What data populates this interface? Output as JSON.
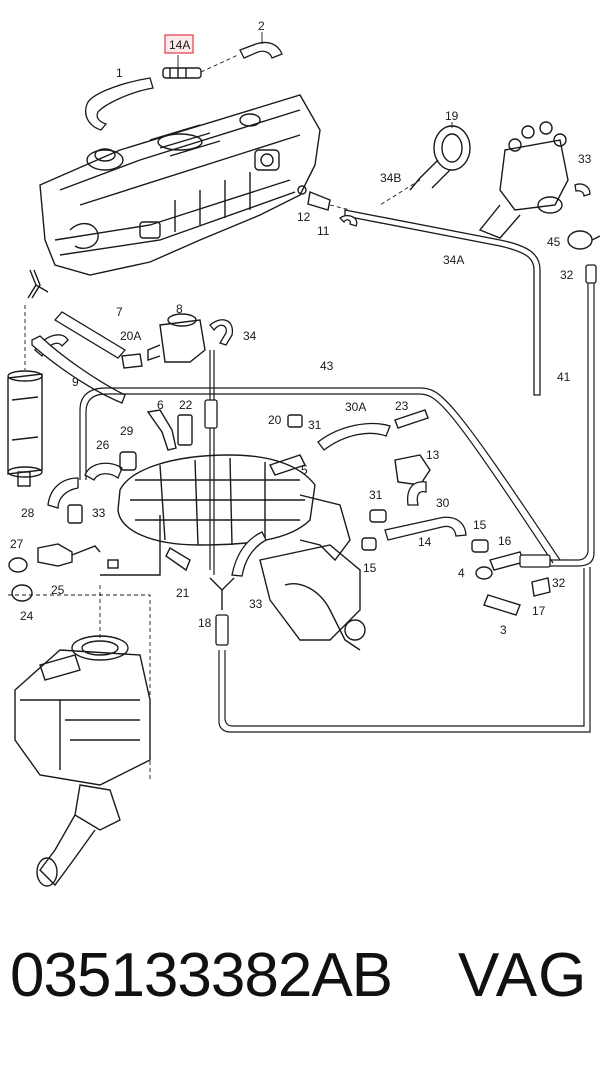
{
  "diagram": {
    "highlight_color": "#e23b4c",
    "callouts": [
      {
        "id": "c-14a",
        "text": "14A",
        "highlight": true
      },
      {
        "id": "c-1",
        "text": "1"
      },
      {
        "id": "c-2",
        "text": "2"
      },
      {
        "id": "c-19",
        "text": "19"
      },
      {
        "id": "c-33a",
        "text": "33"
      },
      {
        "id": "c-34b",
        "text": "34B"
      },
      {
        "id": "c-12",
        "text": "12"
      },
      {
        "id": "c-11",
        "text": "11"
      },
      {
        "id": "c-34a",
        "text": "34A"
      },
      {
        "id": "c-45",
        "text": "45"
      },
      {
        "id": "c-32a",
        "text": "32"
      },
      {
        "id": "c-7",
        "text": "7"
      },
      {
        "id": "c-8",
        "text": "8"
      },
      {
        "id": "c-20a",
        "text": "20A"
      },
      {
        "id": "c-34",
        "text": "34"
      },
      {
        "id": "c-9",
        "text": "9"
      },
      {
        "id": "c-43",
        "text": "43"
      },
      {
        "id": "c-41",
        "text": "41"
      },
      {
        "id": "c-6",
        "text": "6"
      },
      {
        "id": "c-22",
        "text": "22"
      },
      {
        "id": "c-20",
        "text": "20"
      },
      {
        "id": "c-31a",
        "text": "31"
      },
      {
        "id": "c-30a",
        "text": "30A"
      },
      {
        "id": "c-23",
        "text": "23"
      },
      {
        "id": "c-29",
        "text": "29"
      },
      {
        "id": "c-26",
        "text": "26"
      },
      {
        "id": "c-5",
        "text": "5"
      },
      {
        "id": "c-13",
        "text": "13"
      },
      {
        "id": "c-28",
        "text": "28"
      },
      {
        "id": "c-33b",
        "text": "33"
      },
      {
        "id": "c-31b",
        "text": "31"
      },
      {
        "id": "c-30",
        "text": "30"
      },
      {
        "id": "c-27",
        "text": "27"
      },
      {
        "id": "c-15a",
        "text": "15"
      },
      {
        "id": "c-14",
        "text": "14"
      },
      {
        "id": "c-16",
        "text": "16"
      },
      {
        "id": "c-25",
        "text": "25"
      },
      {
        "id": "c-21",
        "text": "21"
      },
      {
        "id": "c-15b",
        "text": "15"
      },
      {
        "id": "c-4",
        "text": "4"
      },
      {
        "id": "c-32b",
        "text": "32"
      },
      {
        "id": "c-24",
        "text": "24"
      },
      {
        "id": "c-33c",
        "text": "33"
      },
      {
        "id": "c-17",
        "text": "17"
      },
      {
        "id": "c-18",
        "text": "18"
      },
      {
        "id": "c-3",
        "text": "3"
      }
    ]
  },
  "footer": {
    "part_number": "035133382AB",
    "brand": "VAG"
  }
}
